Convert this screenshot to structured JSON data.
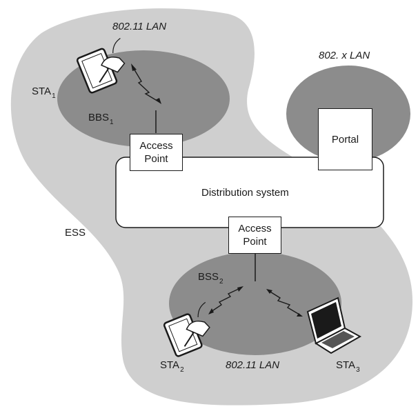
{
  "lan_top": "802.11 LAN",
  "lan_bottom": "802.11 LAN",
  "lan_other": "802. x LAN",
  "ess": "ESS",
  "distribution_system": "Distribution system",
  "portal": "Portal",
  "ap_top": {
    "line1": "Access",
    "line2": "Point"
  },
  "ap_bottom": {
    "line1": "Access",
    "line2": "Point"
  },
  "sta1": {
    "base": "STA",
    "sub": "1"
  },
  "sta2": {
    "base": "STA",
    "sub": "2"
  },
  "sta3": {
    "base": "STA",
    "sub": "3"
  },
  "bbs1": {
    "base": "BBS",
    "sub": "1"
  },
  "bss2": {
    "base": "BSS",
    "sub": "2"
  },
  "colors": {
    "ess_fill": "#cfcfcf",
    "bss_fill": "#8c8c8c",
    "stroke": "#1a1a1a",
    "box_fill": "#ffffff"
  },
  "icons": [
    "tablet-pen-icon",
    "laptop-icon",
    "wireless-link-icon"
  ]
}
